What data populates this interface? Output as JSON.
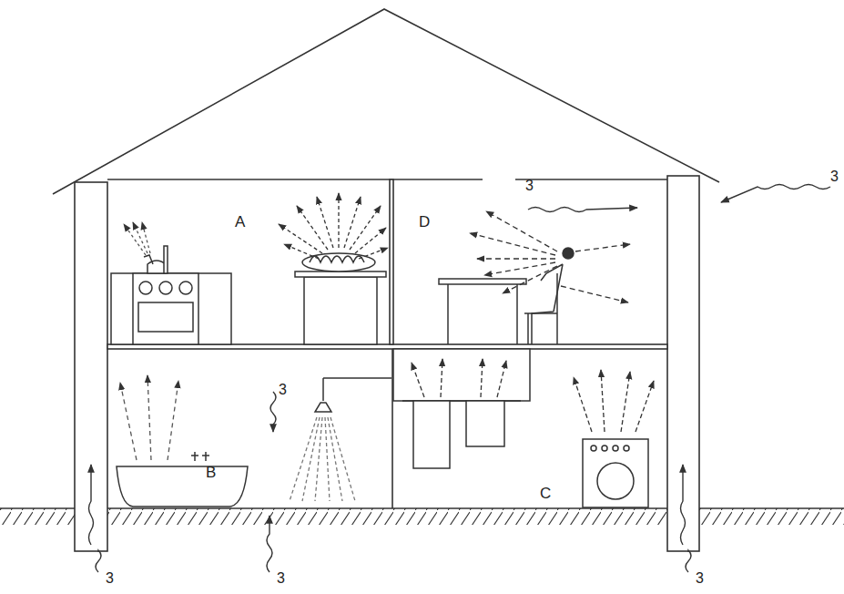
{
  "diagram": {
    "nodes": [
      {
        "text": [
          "A"
        ]
      },
      {
        "text": [
          "D"
        ]
      },
      {
        "text": [
          "B"
        ]
      },
      {
        "text": [
          "C"
        ]
      }
    ],
    "labels": [
      "3",
      "3",
      "3",
      "3",
      "3",
      "3"
    ]
  }
}
